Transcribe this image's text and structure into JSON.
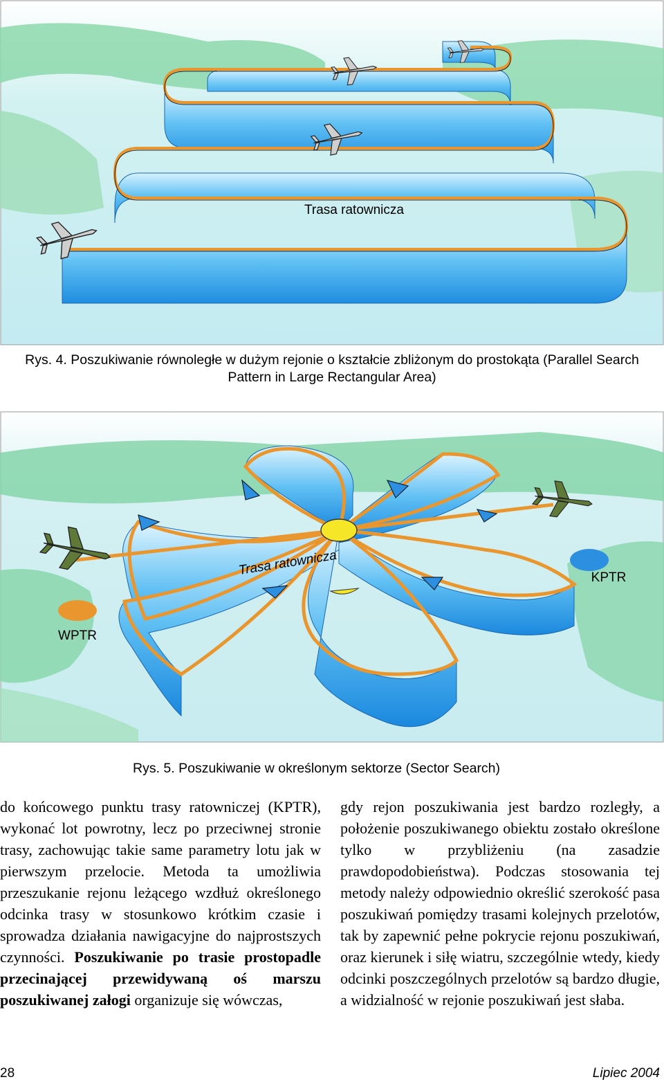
{
  "figure1": {
    "route_label": "Trasa ratownicza",
    "caption_line1": "Rys. 4. Poszukiwanie równoległe w dużym rejonie o kształcie zbliżonym do prostokąta (Parallel Search",
    "caption_line2": "Pattern in Large Rectangular Area)"
  },
  "figure2": {
    "route_label": "Trasa ratownicza",
    "kptr_label": "KPTR",
    "wptr_label": "WPTR",
    "caption": "Rys. 5. Poszukiwanie w określonym sektorze (Sector Search)"
  },
  "body": {
    "col1_text": "do końcowego punktu trasy ratowniczej (KPTR), wykonać lot powrotny, lecz po przeciwnej stronie trasy, zachowując takie same parametry lotu jak w pierwszym przelocie. Metoda ta umożliwia przeszukanie rejonu leżącego wzdłuż określonego odcinka trasy w stosunkowo krótkim czasie i sprowadza działania nawigacyjne do najprostszych czynności.",
    "col1_bold": "Poszukiwanie po trasie prostopadle przecinającej przewidywaną oś marszu poszukiwanej załogi",
    "col1_tail": " organizuje się wówczas,",
    "col2_text": "gdy rejon poszukiwania jest bardzo rozległy, a położenie poszukiwanego obiektu zostało określone tylko w przybliżeniu (na zasadzie prawdopodobieństwa). Podczas stosowania tej metody należy odpowiednio określić szerokość pasa poszukiwań pomiędzy trasami kolejnych przelotów, tak by zapewnić pełne pokrycie rejonu poszukiwań, oraz kierunek i siłę wiatru, szczególnie wtedy, kiedy odcinki poszczególnych przelotów są bardzo długie, a widzialność w rejonie poszukiwań jest słaba."
  },
  "footer": {
    "page_number": "28",
    "issue": "Lipiec 2004"
  },
  "colors": {
    "ribbon": "#55b8f0",
    "ribbon_edge": "#e9962e",
    "sky": "#c9eef4",
    "land": "#7fd3a6"
  }
}
